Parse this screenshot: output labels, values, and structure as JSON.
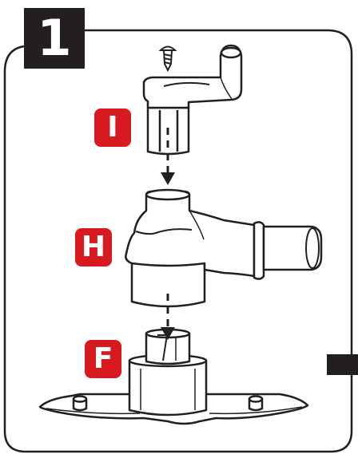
{
  "step": {
    "number": "1"
  },
  "parts": [
    {
      "id": "I",
      "letter": "I",
      "name": "crank-handle"
    },
    {
      "id": "H",
      "letter": "H",
      "name": "gear-housing"
    },
    {
      "id": "F",
      "letter": "F",
      "name": "base-spindle"
    }
  ],
  "colors": {
    "outline": "#231f20",
    "badge_red": "#d71920",
    "badge_dark": "#231f20",
    "fill": "#ffffff"
  },
  "icons": [
    "screw-icon",
    "arrow-down-icon"
  ]
}
